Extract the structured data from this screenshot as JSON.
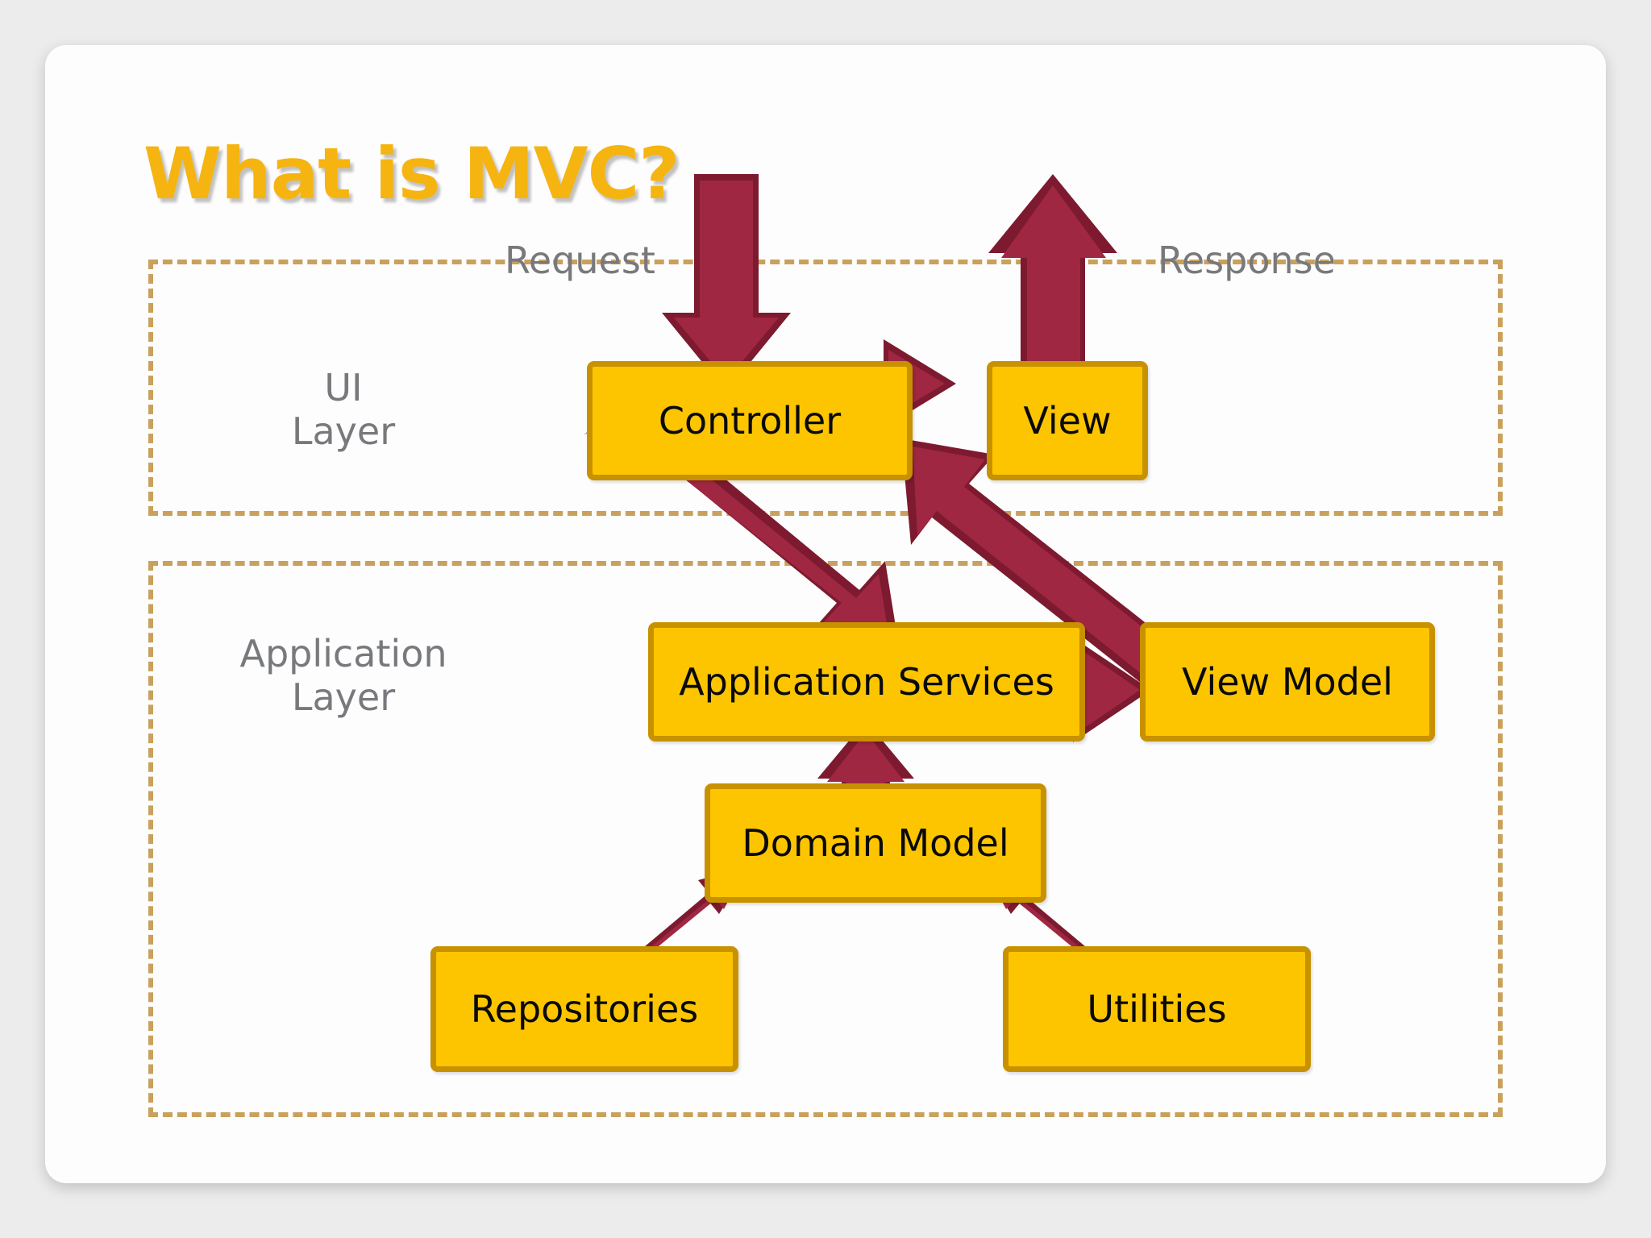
{
  "slide": {
    "title": "What is MVC?",
    "title_color": "#f5b410",
    "background_color": "#ececec",
    "card_color": "#fdfdfd"
  },
  "palette": {
    "node_fill": "#fdc500",
    "node_border": "#c79100",
    "arrow_fill": "#a02742",
    "arrow_edge": "#7d1a30",
    "layer_border": "#c9a15c",
    "label_gray": "#78797c"
  },
  "flow_labels": {
    "request": "Request",
    "response": "Response"
  },
  "layers": [
    {
      "id": "ui-layer",
      "label": "UI\nLayer"
    },
    {
      "id": "application-layer",
      "label": "Application\nLayer"
    }
  ],
  "nodes": [
    {
      "id": "controller",
      "label": "Controller"
    },
    {
      "id": "view",
      "label": "View"
    },
    {
      "id": "application-services",
      "label": "Application Services"
    },
    {
      "id": "view-model",
      "label": "View Model"
    },
    {
      "id": "domain-model",
      "label": "Domain Model"
    },
    {
      "id": "repositories",
      "label": "Repositories"
    },
    {
      "id": "utilities",
      "label": "Utilities"
    }
  ],
  "connections": [
    {
      "from": "request",
      "to": "controller",
      "direction": "one-way"
    },
    {
      "from": "controller",
      "to": "view",
      "direction": "one-way"
    },
    {
      "from": "view",
      "to": "response",
      "direction": "one-way"
    },
    {
      "from": "controller",
      "to": "application-services",
      "direction": "one-way"
    },
    {
      "from": "view-model",
      "to": "controller",
      "direction": "one-way"
    },
    {
      "from": "application-services",
      "to": "view-model",
      "direction": "one-way"
    },
    {
      "from": "application-services",
      "to": "domain-model",
      "direction": "two-way"
    },
    {
      "from": "domain-model",
      "to": "repositories",
      "direction": "two-way"
    },
    {
      "from": "domain-model",
      "to": "utilities",
      "direction": "two-way"
    }
  ]
}
